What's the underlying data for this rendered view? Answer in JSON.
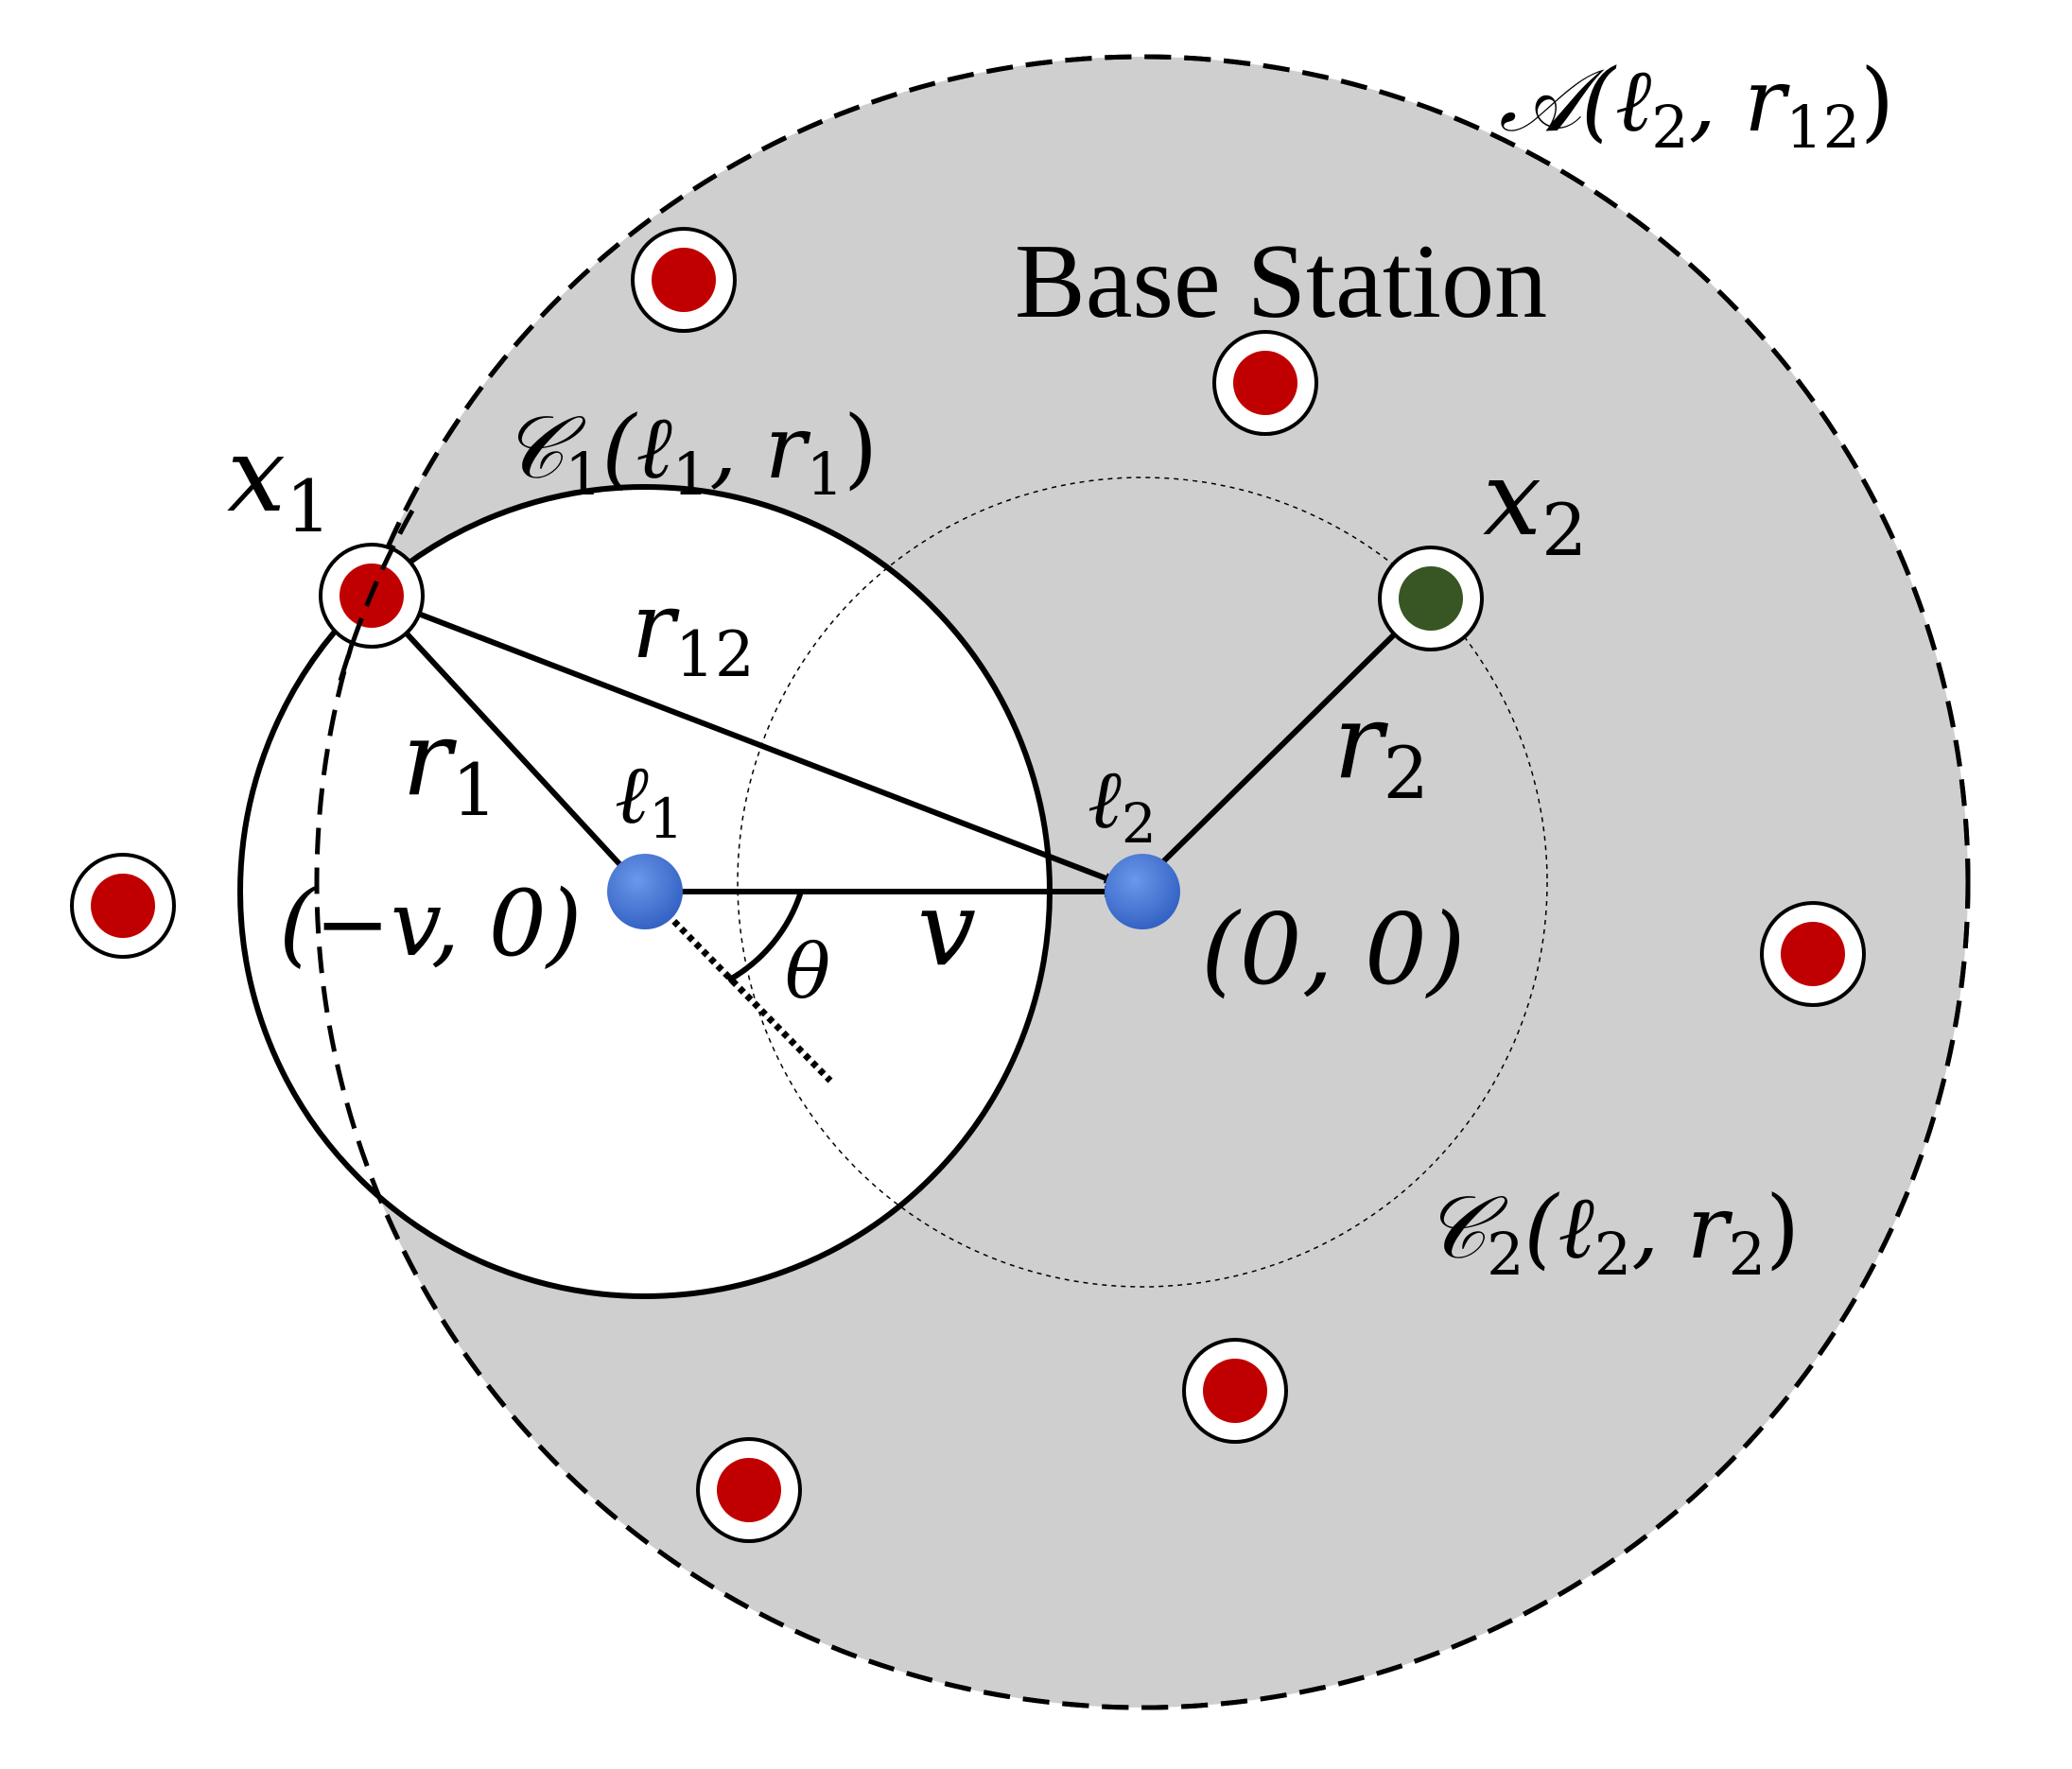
{
  "colors": {
    "region_fill": "#d0cfd0",
    "inner_fill": "#ffffff",
    "stroke": "#000000",
    "base_station": "#c00000",
    "user_x2": "#375623",
    "location_point": "#3d6fd0"
  },
  "labels": {
    "region_a": {
      "main": "𝒜(ℓ",
      "sub1": "2",
      "mid": ", r",
      "sub2": "12",
      "end": ")"
    },
    "base_station": "Base Station",
    "circle_c1": {
      "main": "𝒞",
      "sub0": "1",
      "open": "(ℓ",
      "sub1": "1",
      "mid": ", r",
      "sub2": "1",
      "end": ")"
    },
    "circle_c2": {
      "main": "𝒞",
      "sub0": "2",
      "open": "(ℓ",
      "sub1": "2",
      "mid": ", r",
      "sub2": "2",
      "end": ")"
    },
    "x1": {
      "main": "x",
      "sub": "1"
    },
    "x2": {
      "main": "x",
      "sub": "2"
    },
    "r12": {
      "main": "r",
      "sub": "12"
    },
    "r1": {
      "main": "r",
      "sub": "1"
    },
    "r2": {
      "main": "r",
      "sub": "2"
    },
    "l1": {
      "main": "ℓ",
      "sub": "1"
    },
    "l2": {
      "main": "ℓ",
      "sub": "2"
    },
    "coord_l1": "(−v, 0)",
    "coord_l2": "(0, 0)",
    "theta": "θ",
    "v": "v"
  }
}
